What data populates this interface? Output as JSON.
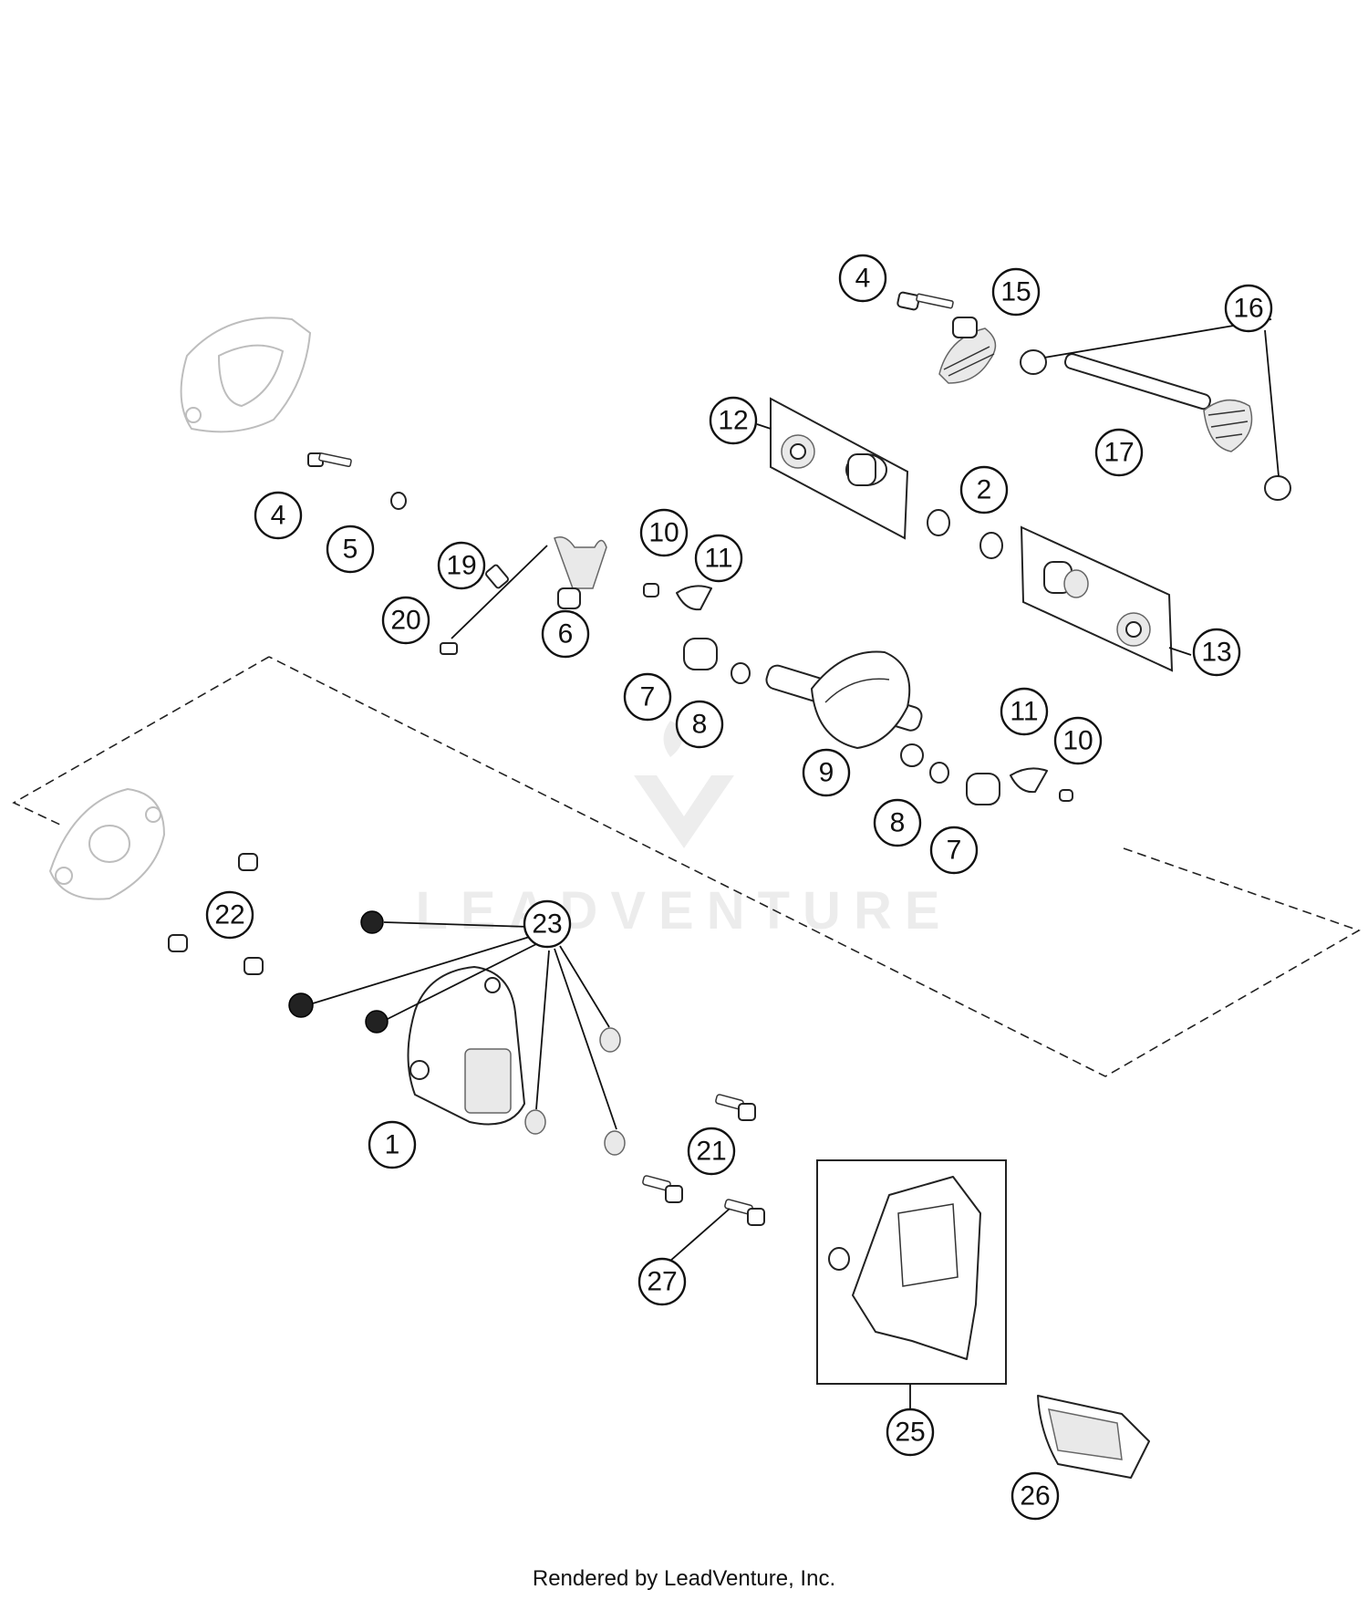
{
  "diagram": {
    "watermark": "LEADVENTURE",
    "footer": "Rendered by LeadVenture, Inc.",
    "callouts": [
      {
        "id": "c4a",
        "label": "4"
      },
      {
        "id": "c15",
        "label": "15"
      },
      {
        "id": "c16",
        "label": "16"
      },
      {
        "id": "c12",
        "label": "12"
      },
      {
        "id": "c17",
        "label": "17"
      },
      {
        "id": "c2",
        "label": "2"
      },
      {
        "id": "c4b",
        "label": "4"
      },
      {
        "id": "c5",
        "label": "5"
      },
      {
        "id": "c19",
        "label": "19"
      },
      {
        "id": "c10a",
        "label": "10"
      },
      {
        "id": "c11a",
        "label": "11"
      },
      {
        "id": "c13",
        "label": "13"
      },
      {
        "id": "c20",
        "label": "20"
      },
      {
        "id": "c6",
        "label": "6"
      },
      {
        "id": "c7a",
        "label": "7"
      },
      {
        "id": "c8a",
        "label": "8"
      },
      {
        "id": "c11b",
        "label": "11"
      },
      {
        "id": "c10b",
        "label": "10"
      },
      {
        "id": "c9",
        "label": "9"
      },
      {
        "id": "c8b",
        "label": "8"
      },
      {
        "id": "c7b",
        "label": "7"
      },
      {
        "id": "c22",
        "label": "22"
      },
      {
        "id": "c23",
        "label": "23"
      },
      {
        "id": "c1",
        "label": "1"
      },
      {
        "id": "c21",
        "label": "21"
      },
      {
        "id": "c27",
        "label": "27"
      },
      {
        "id": "c25",
        "label": "25"
      },
      {
        "id": "c26",
        "label": "26"
      }
    ]
  }
}
